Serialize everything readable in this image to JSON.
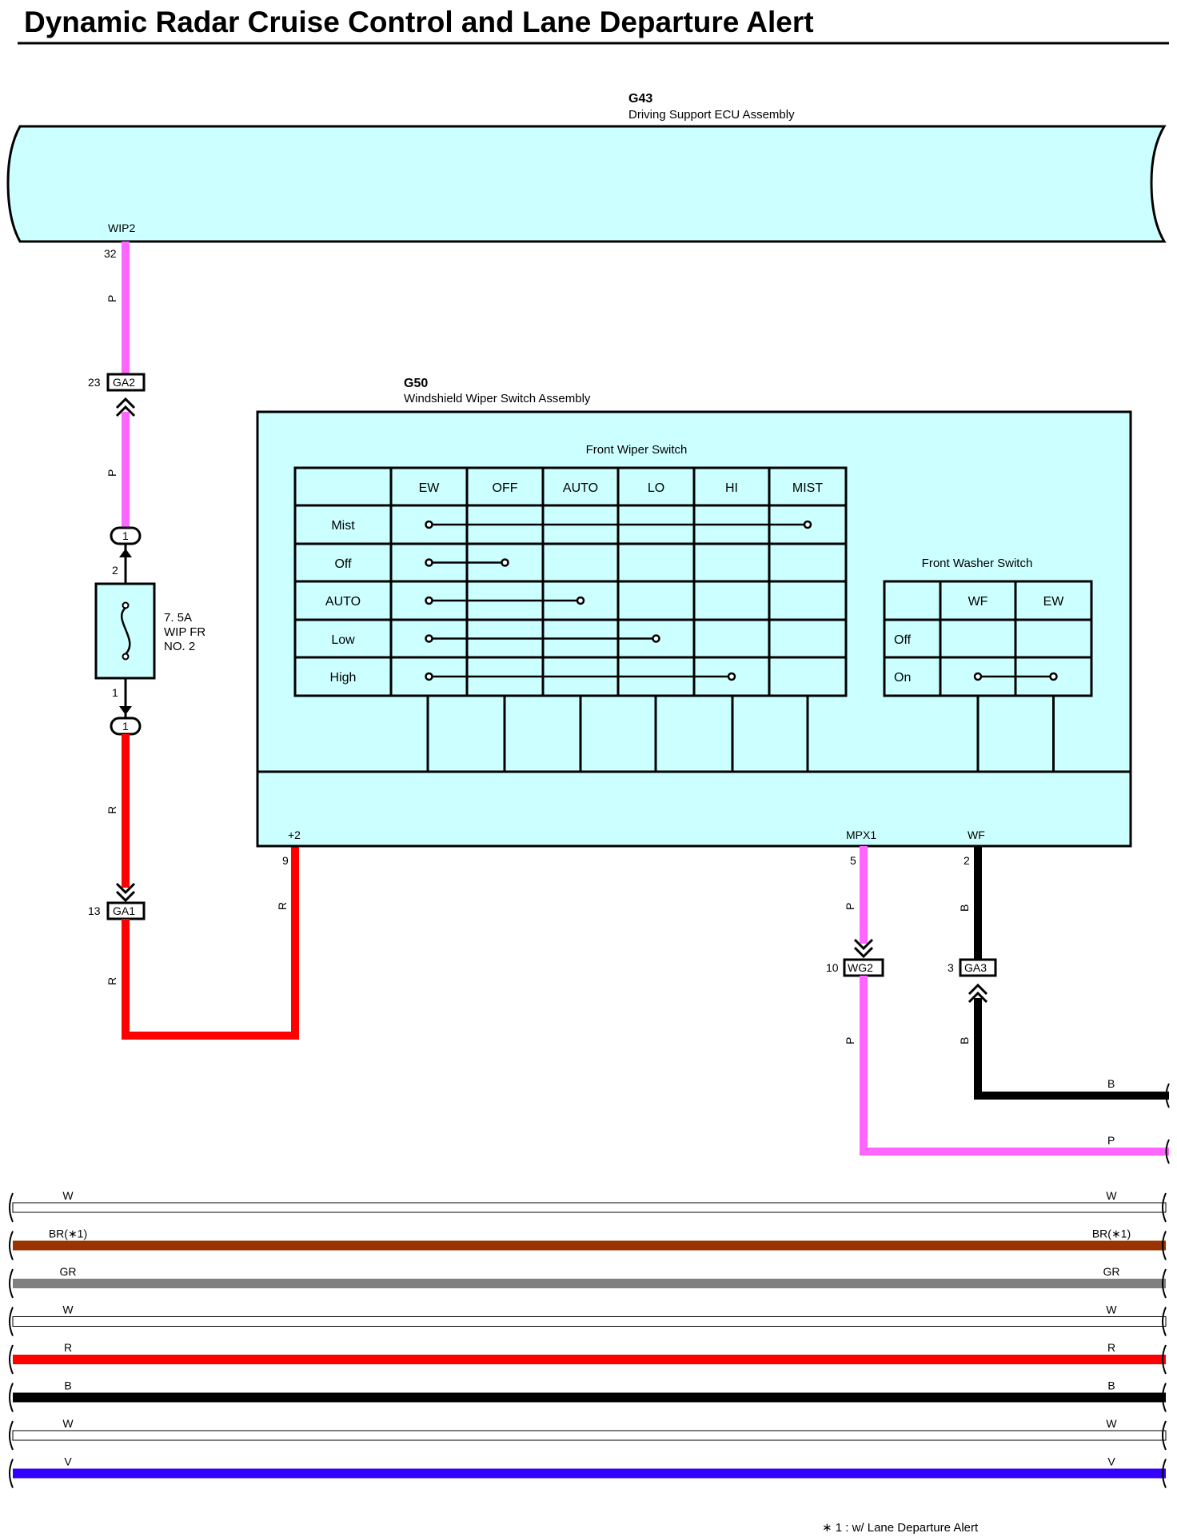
{
  "title": "Dynamic Radar Cruise Control and Lane Departure Alert",
  "colors": {
    "component_fill": "#ccffff",
    "wire_P": "#ff66ff",
    "wire_R": "#ff0000",
    "wire_B": "#000000",
    "wire_W": "#ffffff",
    "wire_BR": "#993300",
    "wire_GR": "#808080",
    "wire_V": "#3300ff"
  },
  "ecu": {
    "code": "G43",
    "name": "Driving Support ECU Assembly",
    "terminal_label": "WIP2",
    "terminal_pin": "32"
  },
  "switch_assembly": {
    "code": "G50",
    "name": "Windshield Wiper Switch Assembly",
    "wiper_title": "Front Wiper Switch",
    "wiper_columns": [
      "EW",
      "OFF",
      "AUTO",
      "LO",
      "HI",
      "MIST"
    ],
    "wiper_rows": [
      "Mist",
      "Off",
      "AUTO",
      "Low",
      "High"
    ],
    "washer_title": "Front Washer Switch",
    "washer_columns": [
      "WF",
      "EW"
    ],
    "washer_rows": [
      "Off",
      "On"
    ],
    "terminals": [
      {
        "label": "+2",
        "pin": "9"
      },
      {
        "label": "MPX1",
        "pin": "5"
      },
      {
        "label": "WF",
        "pin": "2"
      }
    ]
  },
  "fuse": {
    "rating": "7. 5A",
    "name": "WIP FR",
    "number": "NO. 2",
    "pin_top": "2",
    "pin_bottom": "1",
    "junction_top": "1",
    "junction_bottom": "1"
  },
  "connectors": [
    {
      "name": "GA2",
      "pin": "23"
    },
    {
      "name": "GA1",
      "pin": "13"
    },
    {
      "name": "WG2",
      "pin": "10"
    },
    {
      "name": "GA3",
      "pin": "3"
    }
  ],
  "wire_labels": {
    "ecu_to_ga2": "P",
    "ga2_to_fuse": "P",
    "fuse_to_ga1": "R",
    "ga1_down": "R",
    "switch_plus2": "R",
    "switch_mpx1": "P",
    "wg2_down": "P",
    "switch_wf": "B",
    "ga3_down": "B",
    "exit_b": "B",
    "exit_p": "P"
  },
  "bus_wires": [
    {
      "color": "W",
      "label_left": "W",
      "label_right": "W"
    },
    {
      "color": "BR",
      "label_left": "BR(∗1)",
      "label_right": "BR(∗1)"
    },
    {
      "color": "GR",
      "label_left": "GR",
      "label_right": "GR"
    },
    {
      "color": "W",
      "label_left": "W",
      "label_right": "W"
    },
    {
      "color": "R",
      "label_left": "R",
      "label_right": "R"
    },
    {
      "color": "B",
      "label_left": "B",
      "label_right": "B"
    },
    {
      "color": "W",
      "label_left": "W",
      "label_right": "W"
    },
    {
      "color": "V",
      "label_left": "V",
      "label_right": "V"
    }
  ],
  "footnote": "∗ 1 : w/ Lane Departure Alert"
}
